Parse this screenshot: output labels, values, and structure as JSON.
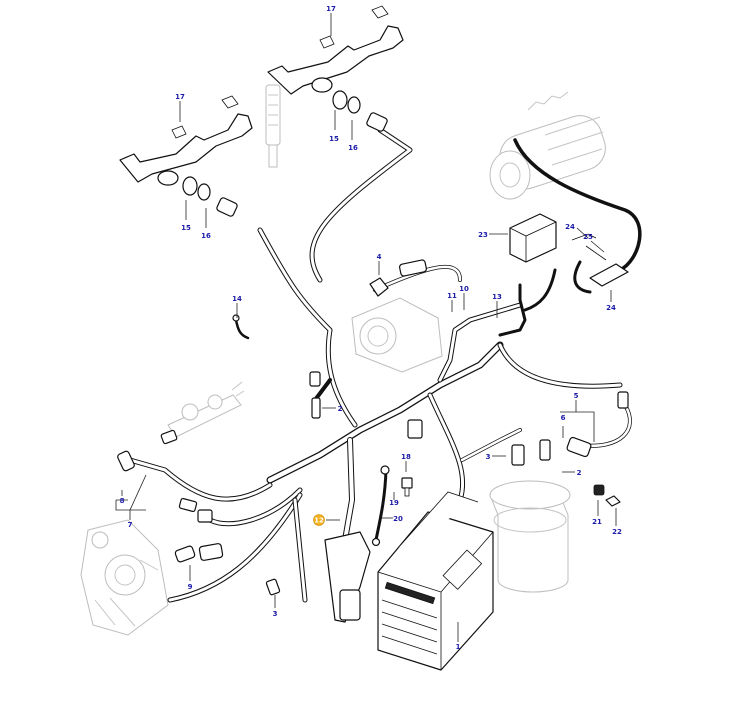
{
  "callouts": [
    {
      "id": "c17a",
      "label": "17"
    },
    {
      "id": "c17b",
      "label": "17"
    },
    {
      "id": "c15a",
      "label": "15"
    },
    {
      "id": "c16a",
      "label": "16"
    },
    {
      "id": "c15b",
      "label": "15"
    },
    {
      "id": "c16b",
      "label": "16"
    },
    {
      "id": "c4",
      "label": "4"
    },
    {
      "id": "c14",
      "label": "14"
    },
    {
      "id": "c23",
      "label": "23"
    },
    {
      "id": "c24a",
      "label": "24"
    },
    {
      "id": "c25",
      "label": "25"
    },
    {
      "id": "c24b",
      "label": "24"
    },
    {
      "id": "c11",
      "label": "11"
    },
    {
      "id": "c10",
      "label": "10"
    },
    {
      "id": "c13",
      "label": "13"
    },
    {
      "id": "c2a",
      "label": "2"
    },
    {
      "id": "c5",
      "label": "5"
    },
    {
      "id": "c6",
      "label": "6"
    },
    {
      "id": "c3a",
      "label": "3"
    },
    {
      "id": "c2b",
      "label": "2"
    },
    {
      "id": "c18",
      "label": "18"
    },
    {
      "id": "c19",
      "label": "19"
    },
    {
      "id": "c20",
      "label": "20"
    },
    {
      "id": "c8",
      "label": "8"
    },
    {
      "id": "c7",
      "label": "7"
    },
    {
      "id": "c9",
      "label": "9"
    },
    {
      "id": "c3b",
      "label": "3"
    },
    {
      "id": "c21",
      "label": "21"
    },
    {
      "id": "c22",
      "label": "22"
    },
    {
      "id": "c1",
      "label": "1"
    }
  ],
  "highlight": {
    "label": "12",
    "color": "#f2b01e"
  },
  "colors": {
    "callout_text": "#1a1aa8",
    "line": "#111111",
    "ghost": "#bdbdbd"
  }
}
